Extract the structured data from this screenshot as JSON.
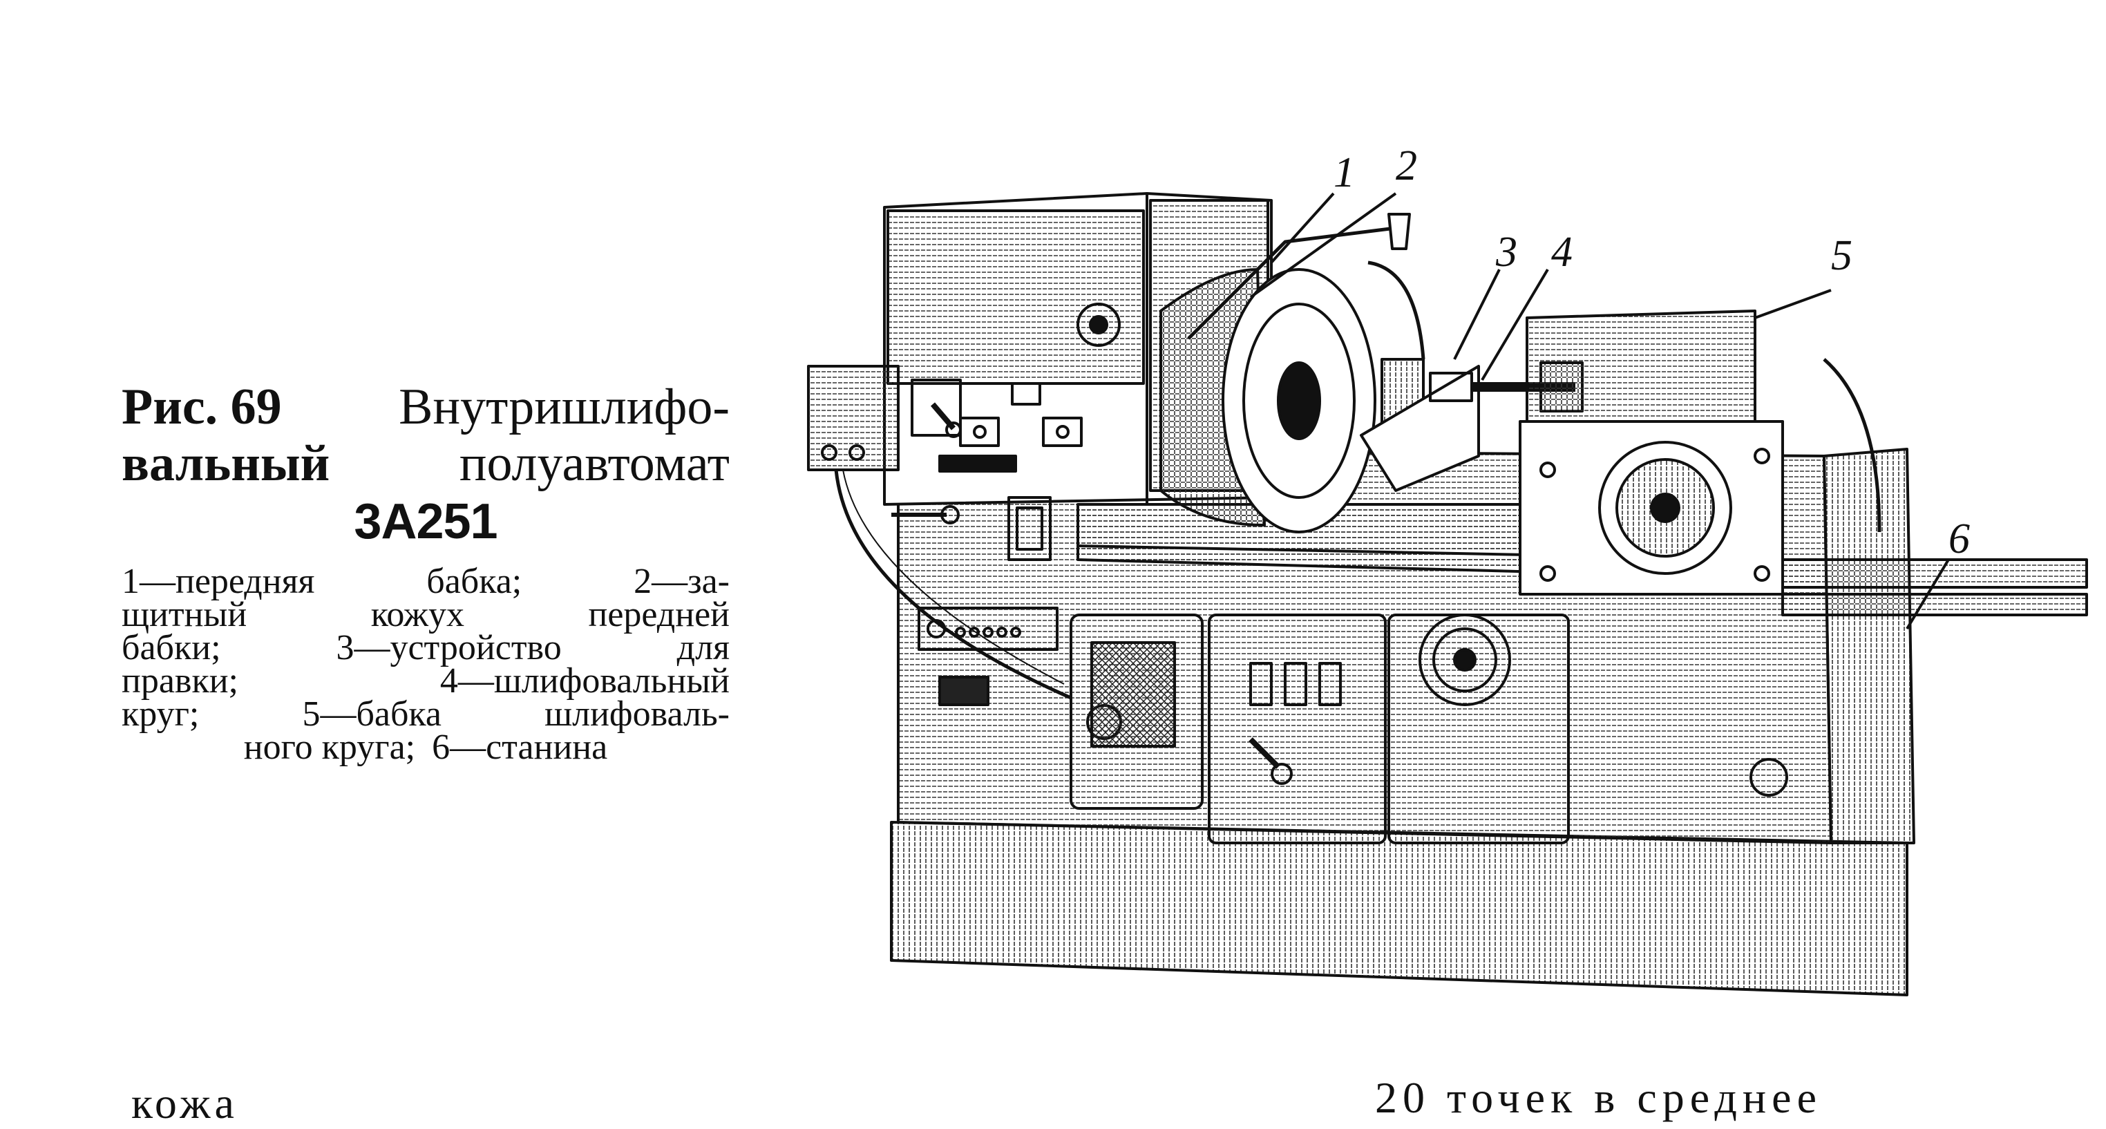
{
  "caption": {
    "fig_label": "Рис. 69",
    "title_word1": "Внутришлифо-",
    "title_word2": "вальный",
    "title_word3": "полуавтомат",
    "model": "3А251"
  },
  "legend_lines": [
    [
      "1—передняя",
      "бабка;",
      "2—за-"
    ],
    [
      "щитный",
      "кожух",
      "передней"
    ],
    [
      "бабки;",
      "3—устройство",
      "для"
    ],
    [
      "правки;",
      "4—шлифовальный"
    ],
    [
      "круг;",
      "5—бабка",
      "шлифоваль-"
    ],
    [
      "ного круга;",
      "6—станина"
    ]
  ],
  "callouts": [
    "1",
    "2",
    "3",
    "4",
    "5",
    "6"
  ],
  "footer": {
    "left": "кожа",
    "right": "20  точек  в  среднее"
  }
}
